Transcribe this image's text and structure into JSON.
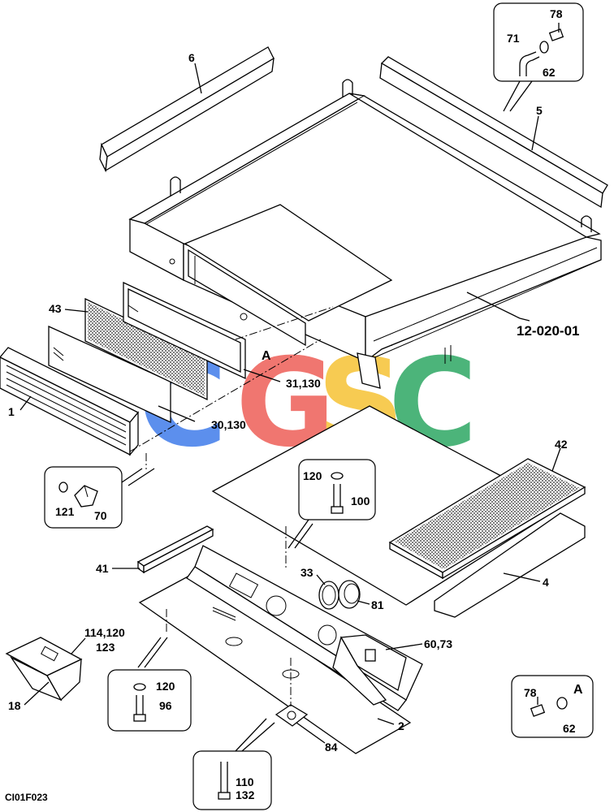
{
  "drawing": {
    "id": "12-020-01",
    "code": "CI01F023",
    "view_marker": "A"
  },
  "watermark": {
    "letters": [
      {
        "char": "C",
        "color": "#4f86ec"
      },
      {
        "char": "G",
        "color": "#ef6b64"
      },
      {
        "char": "S",
        "color": "#f7c744"
      },
      {
        "char": "C",
        "color": "#3dae6f"
      }
    ]
  },
  "labels": {
    "p1": "1",
    "p2": "2",
    "p4": "4",
    "p5": "5",
    "p6": "6",
    "p18": "18",
    "p30_130": "30,130",
    "p31_130": "31,130",
    "p33": "33",
    "p41": "41",
    "p42": "42",
    "p43": "43",
    "p60_73": "60,73",
    "p62a": "62",
    "p62b": "62",
    "p70": "70",
    "p71": "71",
    "p78a": "78",
    "p78b": "78",
    "p81": "81",
    "p84": "84",
    "p96": "96",
    "p100": "100",
    "p110": "110",
    "p114_120": "114,120",
    "p123": "123",
    "p120a": "120",
    "p120b": "120",
    "p121": "121",
    "p132": "132"
  }
}
